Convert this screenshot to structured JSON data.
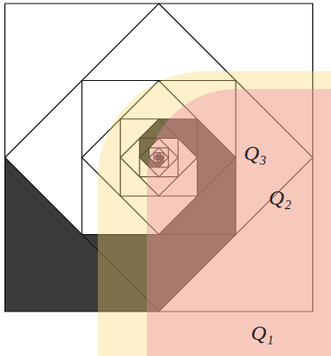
{
  "diagram": {
    "labels": [
      "Q₁",
      "Q₂",
      "Q₃"
    ]
  }
}
